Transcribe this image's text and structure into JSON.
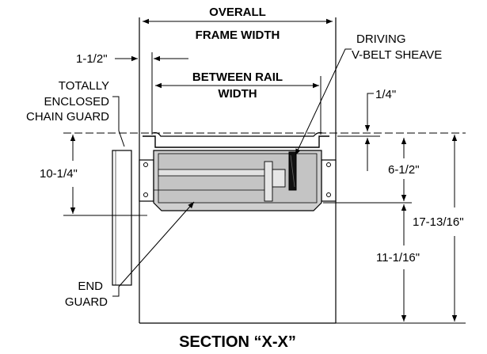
{
  "labels": {
    "overall_1": "OVERALL",
    "overall_2": "FRAME WIDTH",
    "between_1": "BETWEEN RAIL",
    "between_2": "WIDTH",
    "driving_1": "DRIVING",
    "driving_2": "V-BELT SHEAVE",
    "offset": "1-1/2\"",
    "chain_1": "TOTALLY",
    "chain_2": "ENCLOSED",
    "chain_3": "CHAIN GUARD",
    "quarter": "1/4\"",
    "ten": "10-1/4\"",
    "six": "6-1/2\"",
    "seventeen": "17-13/16\"",
    "eleven": "11-1/16\"",
    "end_1": "END",
    "end_2": "GUARD",
    "section": "SECTION “X-X”"
  }
}
